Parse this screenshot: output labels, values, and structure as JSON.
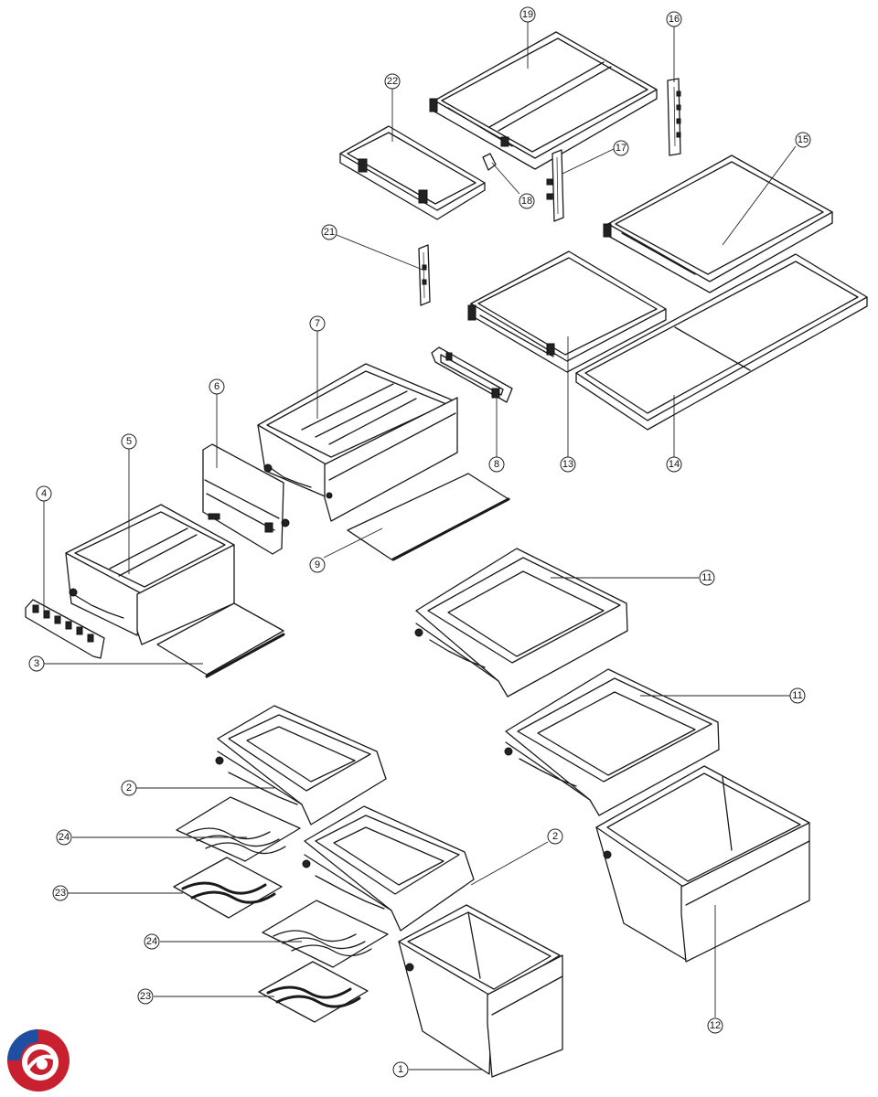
{
  "diagram": {
    "callouts": [
      "1",
      "2",
      "2",
      "3",
      "4",
      "5",
      "6",
      "7",
      "8",
      "9",
      "11",
      "11",
      "12",
      "13",
      "14",
      "15",
      "16",
      "17",
      "18",
      "19",
      "21",
      "22",
      "23",
      "23",
      "24",
      "24"
    ]
  },
  "logo": {
    "colors": [
      "#c8202e",
      "#1f4fa0",
      "#ffffff"
    ]
  }
}
